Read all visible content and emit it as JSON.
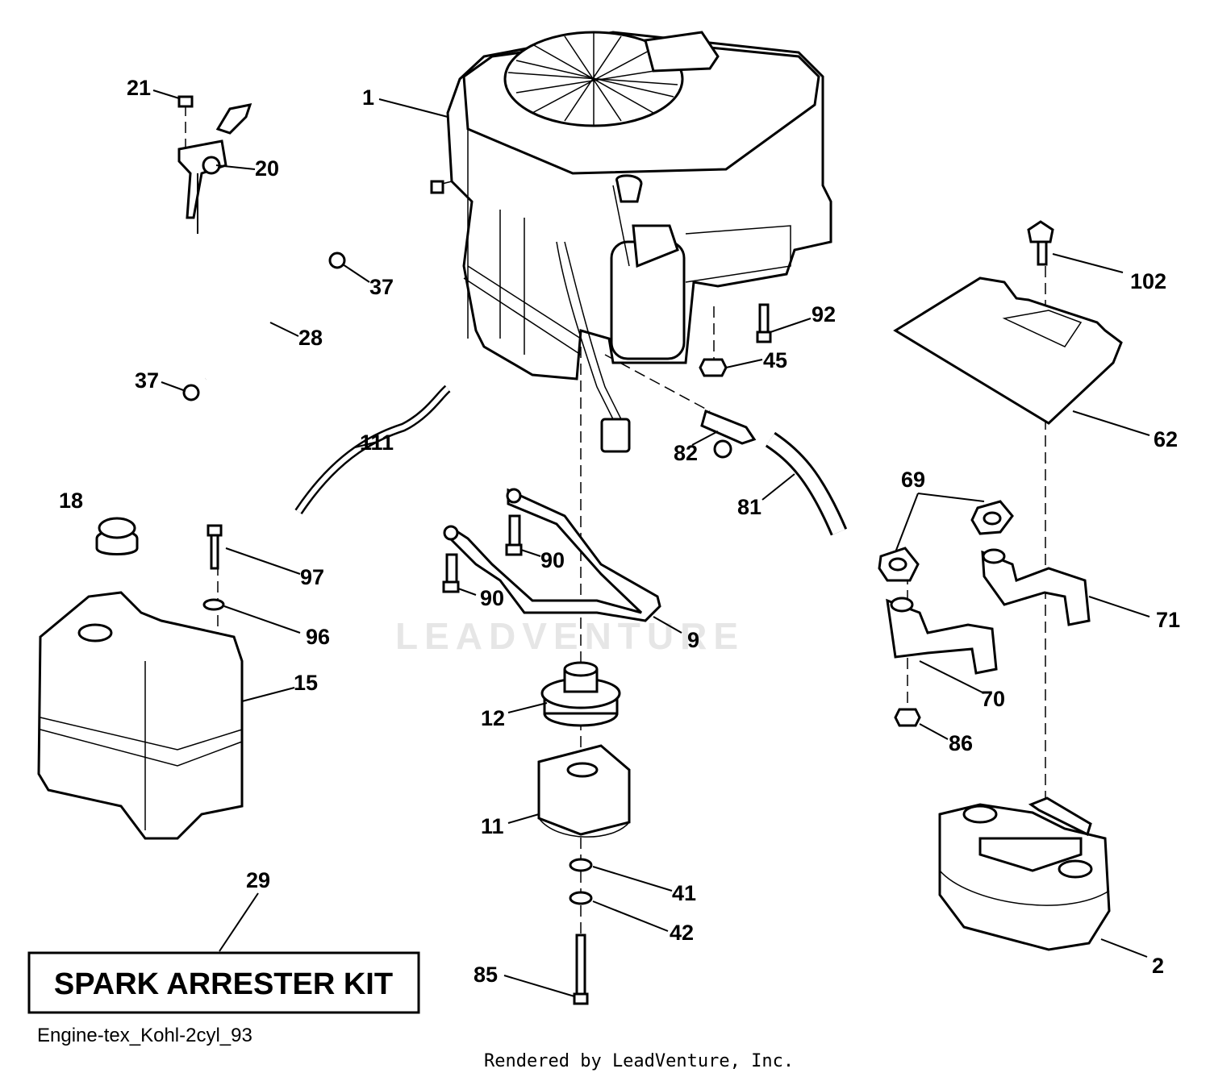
{
  "watermark": "LEADVENTURE",
  "labels": {
    "p1": "1",
    "p2": "2",
    "p9": "9",
    "p11": "11",
    "p12": "12",
    "p15": "15",
    "p18": "18",
    "p20": "20",
    "p21": "21",
    "p28": "28",
    "p29": "29",
    "p37a": "37",
    "p37b": "37",
    "p41": "41",
    "p42": "42",
    "p45": "45",
    "p62": "62",
    "p69": "69",
    "p70": "70",
    "p71": "71",
    "p81": "81",
    "p82": "82",
    "p85": "85",
    "p86": "86",
    "p90a": "90",
    "p90b": "90",
    "p92": "92",
    "p96": "96",
    "p97": "97",
    "p102": "102",
    "p111": "111"
  },
  "kit_label": "SPARK ARRESTER KIT",
  "drawing_id": "Engine-tex_Kohl-2cyl_93",
  "credit": "Rendered by LeadVenture, Inc."
}
